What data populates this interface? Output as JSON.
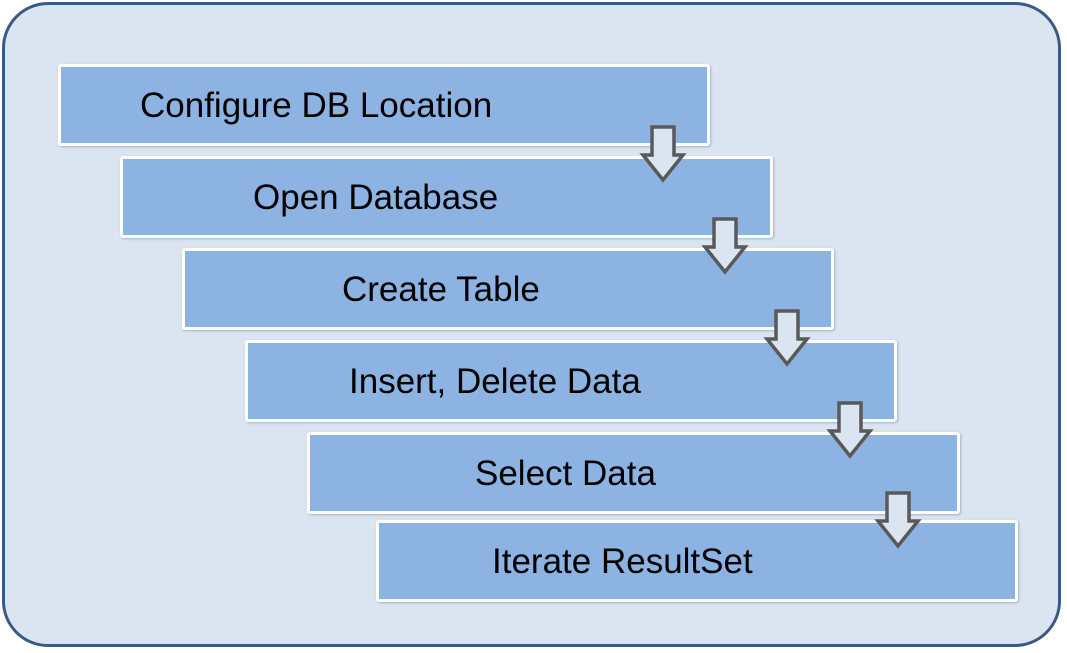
{
  "diagram": {
    "colors": {
      "background": "#dbe5f1",
      "frame_border": "#3a5a86",
      "step_fill": "#8db3e2",
      "step_border": "#ffffff",
      "arrow_fill": "#dbe5f1",
      "arrow_stroke": "#595959"
    },
    "steps": [
      {
        "label": "Configure DB Location"
      },
      {
        "label": "Open Database"
      },
      {
        "label": "Create Table"
      },
      {
        "label": "Insert, Delete Data"
      },
      {
        "label": "Select Data"
      },
      {
        "label": "Iterate ResultSet"
      }
    ],
    "connectors": [
      {
        "from": "Configure DB Location",
        "to": "Open Database",
        "icon": "down-arrow-icon"
      },
      {
        "from": "Open Database",
        "to": "Create Table",
        "icon": "down-arrow-icon"
      },
      {
        "from": "Create Table",
        "to": "Insert, Delete Data",
        "icon": "down-arrow-icon"
      },
      {
        "from": "Insert, Delete Data",
        "to": "Select Data",
        "icon": "down-arrow-icon"
      },
      {
        "from": "Select Data",
        "to": "Iterate ResultSet",
        "icon": "down-arrow-icon"
      }
    ]
  }
}
